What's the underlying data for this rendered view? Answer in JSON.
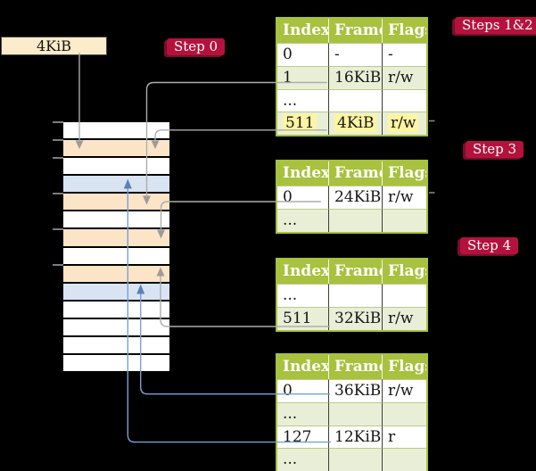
{
  "source_box": {
    "label": "4KiB"
  },
  "badges": {
    "step0": "Step 0",
    "steps12": "Steps 1&2",
    "step3": "Step 3",
    "step4": "Step 4"
  },
  "memory": {
    "rows": [
      "white",
      "peach",
      "white",
      "blue",
      "peach",
      "white",
      "peach",
      "white",
      "peach",
      "blue",
      "white",
      "white",
      "white",
      "white"
    ]
  },
  "page_tables": [
    {
      "name": "table-steps-1-2",
      "columns": [
        "Index",
        "Frame",
        "Flags"
      ],
      "rows": [
        {
          "cells": [
            "0",
            "-",
            "-"
          ],
          "shaded": false,
          "highlight": false
        },
        {
          "cells": [
            "1",
            "16KiB",
            "r/w"
          ],
          "shaded": true,
          "highlight": false
        },
        {
          "cells": [
            "...",
            "",
            ""
          ],
          "shaded": false,
          "highlight": false
        },
        {
          "cells": [
            "511",
            "4KiB",
            "r/w"
          ],
          "shaded": true,
          "highlight": true
        }
      ]
    },
    {
      "name": "table-step-3",
      "columns": [
        "Index",
        "Frame",
        "Flags"
      ],
      "rows": [
        {
          "cells": [
            "0",
            "24KiB",
            "r/w"
          ],
          "shaded": false,
          "highlight": false
        },
        {
          "cells": [
            "...",
            "",
            ""
          ],
          "shaded": true,
          "highlight": false
        }
      ]
    },
    {
      "name": "table-step-4",
      "columns": [
        "Index",
        "Frame",
        "Flags"
      ],
      "rows": [
        {
          "cells": [
            "...",
            "",
            ""
          ],
          "shaded": false,
          "highlight": false
        },
        {
          "cells": [
            "511",
            "32KiB",
            "r/w"
          ],
          "shaded": true,
          "highlight": false
        }
      ]
    },
    {
      "name": "table-final",
      "columns": [
        "Index",
        "Frame",
        "Flags"
      ],
      "rows": [
        {
          "cells": [
            "0",
            "36KiB",
            "r/w"
          ],
          "shaded": false,
          "highlight": false
        },
        {
          "cells": [
            "...",
            "",
            ""
          ],
          "shaded": true,
          "highlight": false
        },
        {
          "cells": [
            "127",
            "12KiB",
            "r"
          ],
          "shaded": false,
          "highlight": false
        },
        {
          "cells": [
            "...",
            "",
            ""
          ],
          "shaded": true,
          "highlight": false
        }
      ]
    }
  ],
  "colors": {
    "table-green": "#a8c13e",
    "row-green": "#e9efd7",
    "hl-yellow": "#fdf5a1",
    "peach": "#fce4c7",
    "lblue": "#d9e4f3",
    "cream": "#fceccb",
    "badge-red": "#b4123c",
    "badge-shadow": "#7a0d2b",
    "gray-line": "#adadad",
    "blue-line": "#7ba0d4"
  }
}
